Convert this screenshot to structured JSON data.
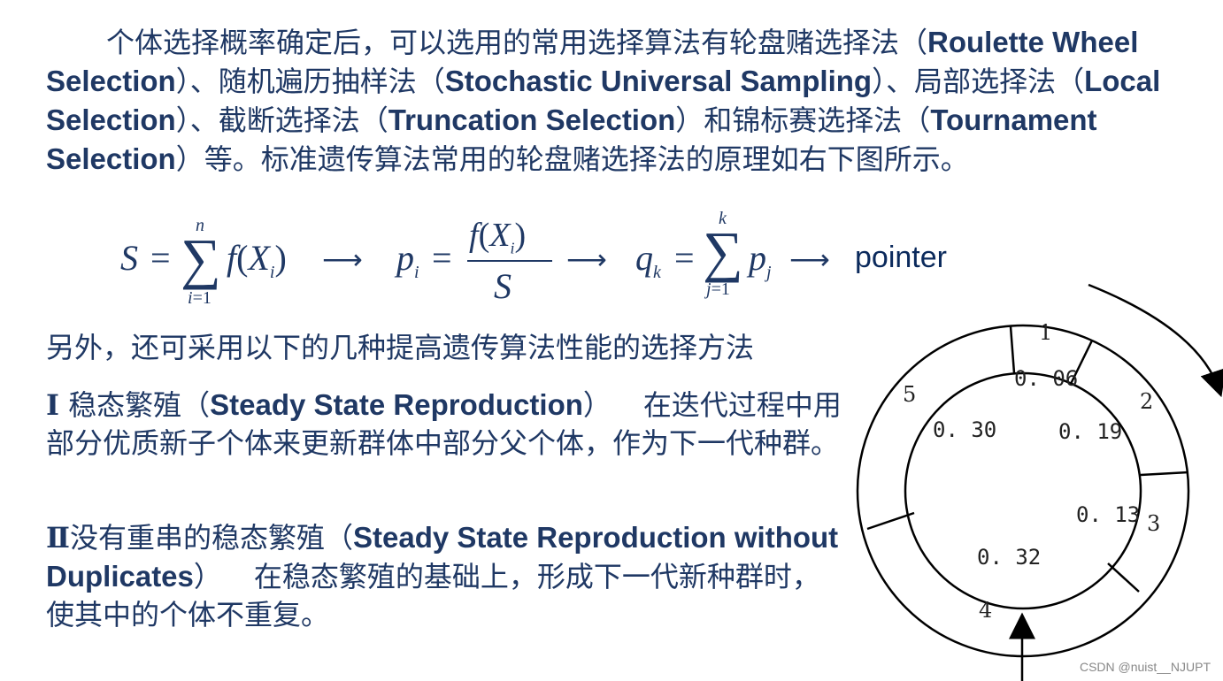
{
  "paragraph1": {
    "seg1": "个体选择概率确定后，可以选用的常用选择算法有轮盘赌选择法（",
    "term1": "Roulette Wheel Selection",
    "seg2": "）、随机遍历抽样法（",
    "term2": "Stochastic Universal Sampling",
    "seg3": "）、局部选择法（",
    "term3": "Local Selection",
    "seg4": "）、截断选择法（",
    "term4": "Truncation Selection",
    "seg5": "）和锦标赛选择法（",
    "term5": "Tournament Selection",
    "seg6": "）等。标准遗传算法常用的轮盘赌选择法的原理如右下图所示。"
  },
  "formula": {
    "pointer_label": "pointer"
  },
  "paragraph2": {
    "text": "另外，还可采用以下的几种提高遗传算法性能的选择方法"
  },
  "method1": {
    "numeral": "Ⅰ",
    "name_cn": "稳态繁殖（",
    "name_en": "Steady State Reproduction",
    "close": "）",
    "description": "在迭代过程中用部分优质新子个体来更新群体中部分父个体，作为下一代种群。"
  },
  "method2": {
    "numeral": "Ⅱ",
    "name_cn": "没有重串的稳态繁殖（",
    "name_en": "Steady State Reproduction without Duplicates",
    "close": "）",
    "description": "在稳态繁殖的基础上，形成下一代新种群时，使其中的个体不重复。"
  },
  "wheel": {
    "segments": [
      {
        "label": "1",
        "value": "0. 06"
      },
      {
        "label": "2",
        "value": "0. 19"
      },
      {
        "label": "3",
        "value": "0. 13"
      },
      {
        "label": "4",
        "value": "0. 32"
      },
      {
        "label": "5",
        "value": "0. 30"
      }
    ],
    "line_color": "#000000"
  },
  "watermark": "CSDN @nuist__NJUPT",
  "colors": {
    "text": "#1f3864",
    "background": "#ffffff"
  }
}
